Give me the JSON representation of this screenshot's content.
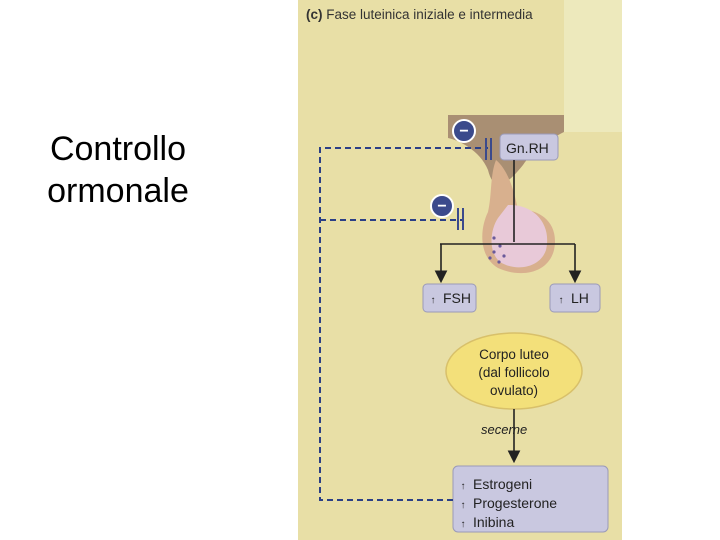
{
  "slide": {
    "title_line1": "Controllo",
    "title_line2": "ormonale"
  },
  "figure": {
    "panel_letter": "(c)",
    "panel_title": "Fase luteinica iniziale e intermedia",
    "inhibition_symbol": "−",
    "gnrh_label": "Gn.RH",
    "fsh_label": "FSH",
    "lh_label": "LH",
    "oval": {
      "line1": "Corpo luteo",
      "line2": "(dal follicolo",
      "line3": "ovulato)"
    },
    "secerne_label": "secerne",
    "hormones": [
      "Estrogeni",
      "Progesterone",
      "Inibina"
    ],
    "level_arrow": "↑",
    "colors": {
      "background": "#e8dfa6",
      "box_fill": "#c9c8e0",
      "oval_fill": "#f3e07a",
      "inhibit_circle": "#3b4a8c",
      "dashed_line": "#2b3f86"
    }
  }
}
